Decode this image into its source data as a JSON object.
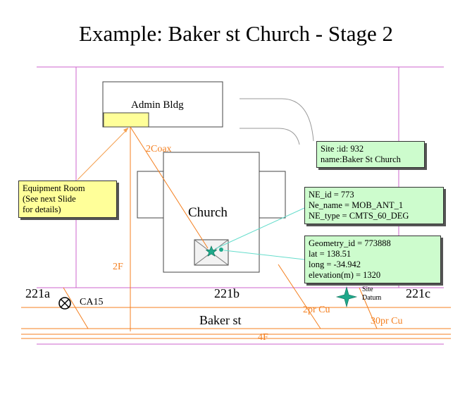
{
  "title": "Example: Baker st Church - Stage 2",
  "buildings": {
    "admin": "Admin Bldg",
    "church": "Church"
  },
  "notes": {
    "equipment_room": [
      "Equipment Room",
      "(See next Slide",
      "for details)"
    ],
    "site": [
      "Site :id: 932",
      "name:Baker St Church"
    ],
    "ne": [
      "NE_id = 773",
      "Ne_name = MOB_ANT_1",
      "NE_type = CMTS_60_DEG"
    ],
    "geometry": [
      "Geometry_id = 773888",
      "lat = 138.51",
      "long = -34.942",
      "elevation(m) = 1320"
    ]
  },
  "labels": {
    "coax": "2Coax",
    "two_f": "2F",
    "four_f": "4F",
    "lot_a": "221a",
    "lot_b": "221b",
    "lot_c": "221c",
    "manhole": "CA15",
    "street": "Baker st",
    "cable_2pr": "2pr Cu",
    "cable_30pr": "30pr Cu",
    "site_datum": [
      "Site",
      "Datum"
    ]
  },
  "colors": {
    "parcel_line": "#cc66cc",
    "cable_orange": "#f47f1f",
    "leader_teal": "#66ddcc",
    "marker_green": "#1fa88a",
    "note_green": "#cdfccd",
    "note_yellow": "#ffff99"
  },
  "icons": {
    "antenna": "star-icon",
    "datum": "crosshair-star-icon",
    "manhole": "circle-cross-icon"
  }
}
